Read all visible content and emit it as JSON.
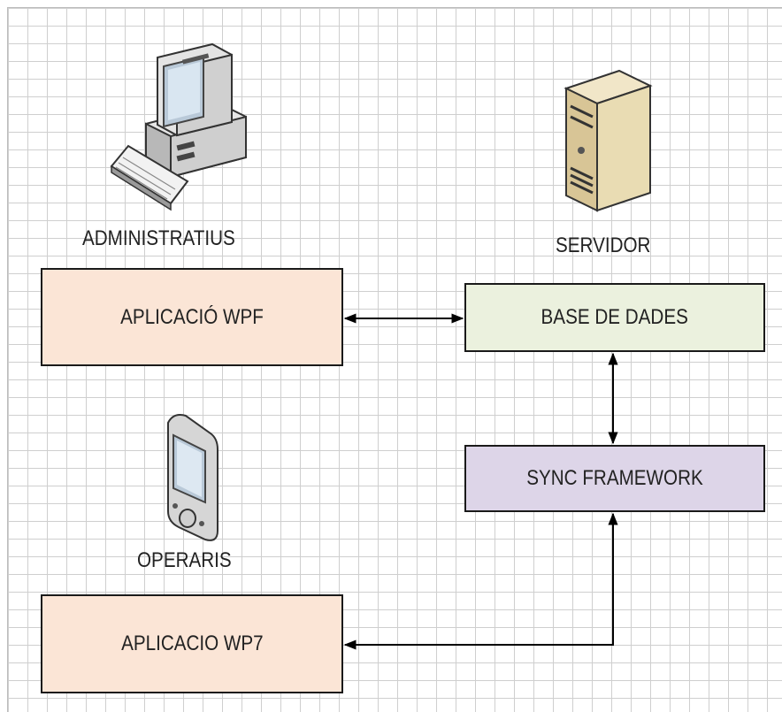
{
  "labels": {
    "administratius": "ADMINISTRATIUS",
    "servidor": "SERVIDOR",
    "operaris": "OPERARIS"
  },
  "boxes": {
    "aplicacio_wpf": "APLICACIÓ WPF",
    "base_de_dades": "BASE DE DADES",
    "sync_framework": "SYNC FRAMEWORK",
    "aplicacio_wp7": "APLICACIO WP7"
  },
  "icons": {
    "admin": "desktop-computer-icon",
    "server": "server-tower-icon",
    "operator": "mobile-phone-icon"
  },
  "colors": {
    "app_box_fill": "#fbe5d6",
    "db_box_fill": "#ebf1de",
    "sync_box_fill": "#ddd5e8",
    "border": "#1a1a1a",
    "grid": "#cfcfcf"
  }
}
